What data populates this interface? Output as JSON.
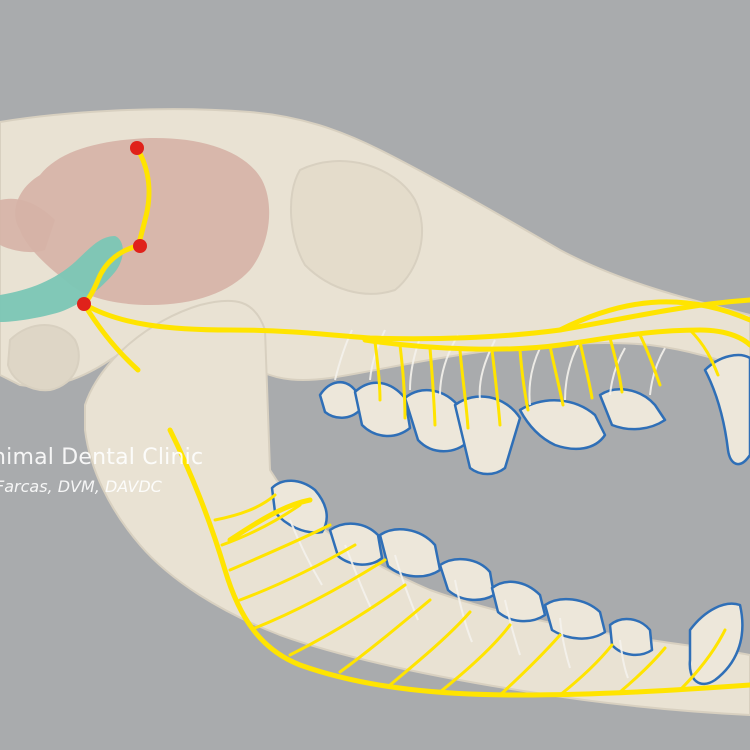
{
  "image": {
    "subject": "dog-skull-dental-nerve-pathways"
  },
  "colors": {
    "background": "#a9abad",
    "bone": "#e9e2d3",
    "bone_outline": "#d8d0c0",
    "brain": "#d6b3a6",
    "brainstem": "#7bc6b5",
    "nerve": "#ffe400",
    "nerve_node": "#e0221b",
    "tooth_outline": "#2f6fb7",
    "root_lines": "#f4f2ec"
  },
  "watermark": {
    "line1": "nimal Dental Clinic",
    "line2": "Farcas, DVM, DAVDC"
  }
}
